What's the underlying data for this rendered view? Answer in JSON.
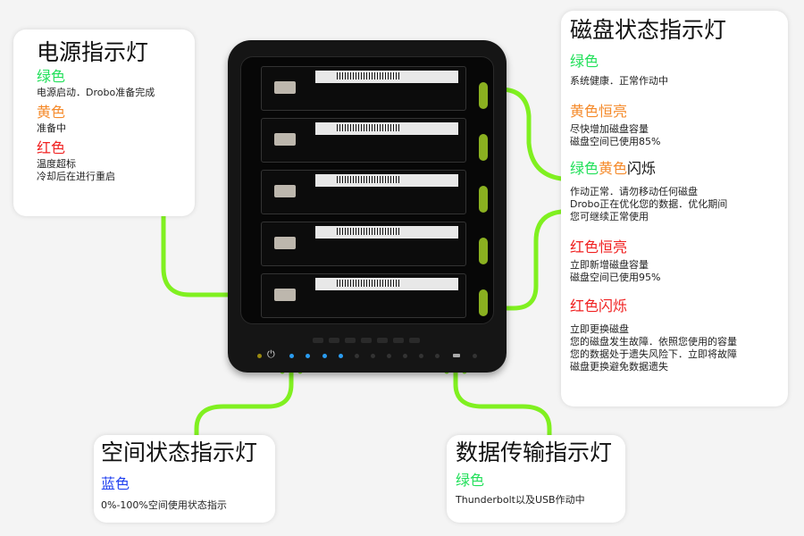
{
  "power_panel": {
    "title": "电源指示灯",
    "items": [
      {
        "label": "绿色",
        "desc": "电源启动．Drobo准备完成"
      },
      {
        "label": "黄色",
        "desc": "准备中"
      },
      {
        "label": "红色",
        "desc": "温度超标\n冷却后在进行重启"
      }
    ]
  },
  "disk_panel": {
    "title": "磁盘状态指示灯",
    "items": [
      {
        "label": "绿色",
        "desc": "系统健康．正常作动中"
      },
      {
        "label": "黄色恒亮",
        "desc": "尽快增加磁盘容量\n磁盘空间已使用85%"
      },
      {
        "label_a": "绿色",
        "label_b": "黄色",
        "label_c": "闪烁",
        "desc": "作动正常．请勿移动任何磁盘\nDrobo正在优化您的数据．优化期间\n您可继续正常使用"
      },
      {
        "label": "红色恒亮",
        "desc": "立即新增磁盘容量\n磁盘空间已使用95%"
      },
      {
        "label": "红色闪烁",
        "desc": "立即更换磁盘\n您的磁盘发生故障．依照您使用的容量\n您的数据处于遗失风险下．立即将故障\n磁盘更换避免数据遗失"
      }
    ]
  },
  "space_panel": {
    "title": "空间状态指示灯",
    "label": "蓝色",
    "desc": "0%-100%空间使用状态指示"
  },
  "data_panel": {
    "title": "数据传输指示灯",
    "label": "绿色",
    "desc": "Thunderbolt以及USB作动中"
  },
  "colors": {
    "arrow": "#80f020",
    "green": "#22e05a",
    "yellow": "#f58a2a",
    "red": "#f02020",
    "blue": "#2040f0"
  }
}
